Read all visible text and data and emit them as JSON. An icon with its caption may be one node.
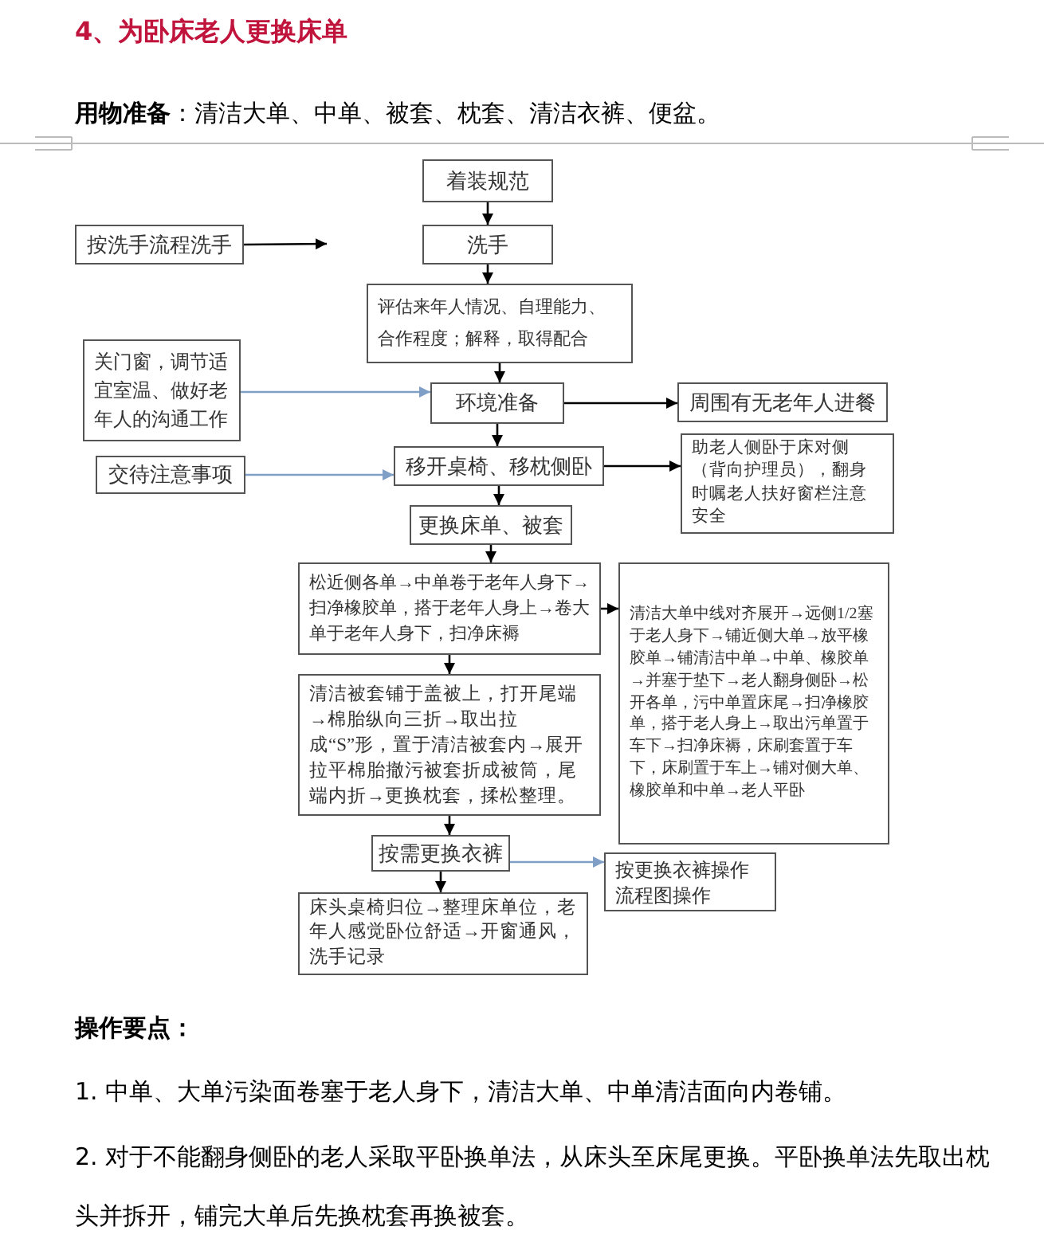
{
  "diagram": {
    "title": "4、为卧床老人更换床单",
    "nodes": [
      {
        "text": [
          "着装规范"
        ]
      },
      {
        "text": [
          "按洗手流程洗手"
        ]
      },
      {
        "text": [
          "洗手"
        ]
      },
      {
        "text": [
          "评估来年人情况、自理能力、合作程度；解释，取得配合"
        ]
      },
      {
        "text": [
          "关门窗，调节适宜室温、做好老年人的沟通工作"
        ]
      },
      {
        "text": [
          "环境准备"
        ]
      },
      {
        "text": [
          "周围有无老年人进餐"
        ]
      },
      {
        "text": [
          "交待注意事项"
        ]
      },
      {
        "text": [
          "移开桌椅、移枕侧卧"
        ]
      },
      {
        "text": [
          "助老人侧卧于床对侧（背向护理员），翻身时嘱老人扶好窗栏注意安全"
        ]
      },
      {
        "text": [
          "更换床单、被套"
        ]
      },
      {
        "text": [
          "松近侧各单→中单卷于老年人身下→扫净橡胶单，搭于老年人身上→卷大单于老年人身下，扫净床褥"
        ]
      },
      {
        "text": [
          "清洁大单中线对齐展开→远侧1/2塞于老人身下→铺近侧大单→放平橡胶单→铺清洁中单→中单、橡胶单→并塞于垫下→老人翻身侧卧→松开各单，污中单置床尾→扫净橡胶单，搭于老人身上→取出污单置于车下→扫净床褥，床刷套置于车下，床刷置于车上→铺对侧大单、橡胶单和中单→老人平卧"
        ]
      },
      {
        "text": [
          "清洁被套铺于盖被上，打开尾端→棉胎纵向三折→取出拉成“S”形，置于清洁被套内→展开拉平棉胎撤污被套折成被筒，尾端内折→更换枕套，揉松整理。"
        ]
      },
      {
        "text": [
          "按需更换衣裤"
        ]
      },
      {
        "text": [
          "按更换衣裤操作流程图操作"
        ]
      },
      {
        "text": [
          "床头桌椅归位→整理床单位，老年人感觉卧位舒适→开窗通风，洗手记录"
        ]
      }
    ],
    "edges": [
      {
        "from": 0,
        "to": 2,
        "arrow": "to"
      },
      {
        "from": 1,
        "to": null,
        "arrow": "to"
      },
      {
        "from": 2,
        "to": 3,
        "arrow": "to"
      },
      {
        "from": 3,
        "to": 5,
        "arrow": "to"
      },
      {
        "from": 4,
        "to": 5,
        "arrow": "to",
        "color": "#7f9fc6"
      },
      {
        "from": 5,
        "to": 6,
        "arrow": "to"
      },
      {
        "from": 5,
        "to": 8,
        "arrow": "to"
      },
      {
        "from": 7,
        "to": 8,
        "arrow": "to",
        "color": "#7f9fc6"
      },
      {
        "from": 8,
        "to": 9,
        "arrow": "to"
      },
      {
        "from": 8,
        "to": 10,
        "arrow": "to"
      },
      {
        "from": 10,
        "to": 11,
        "arrow": "to"
      },
      {
        "from": 11,
        "to": 12,
        "arrow": "to"
      },
      {
        "from": 11,
        "to": 13,
        "arrow": "to"
      },
      {
        "from": 13,
        "to": 14,
        "arrow": "to"
      },
      {
        "from": 14,
        "to": 15,
        "arrow": "to",
        "color": "#7f9fc6"
      },
      {
        "from": 14,
        "to": 16,
        "arrow": "to"
      }
    ],
    "labels": [
      "**用物准备**：清洁大单、中单、被套、枕套、清洁衣裤、便盆。",
      "操作要点：",
      "1.  中单、大单污染面卷塞于老人身下，清洁大单、中单清洁面向内卷铺。",
      "2.  对于不能翻身侧卧的老人采取平卧换单法，从床头至床尾更换。平卧换单法先取出枕头并拆开，铺完大单后先换枕套再换被套。"
    ]
  }
}
